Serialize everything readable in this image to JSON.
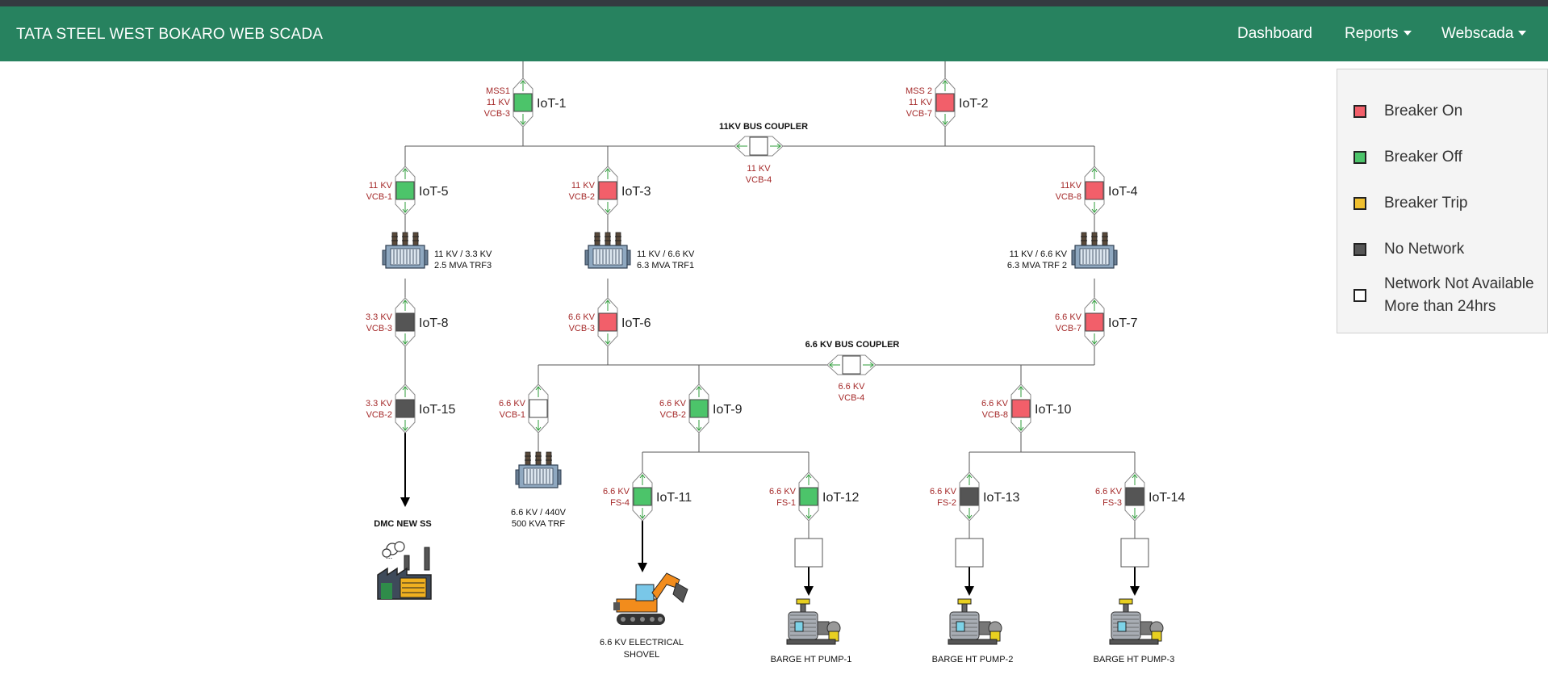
{
  "navbar": {
    "brand": "TATA STEEL WEST BOKARO WEB SCADA",
    "dashboard": "Dashboard",
    "reports": "Reports",
    "webscada": "Webscada"
  },
  "colors": {
    "navbar": "#27825f",
    "breaker_on": "#f25f6a",
    "breaker_off": "#4cc46a",
    "breaker_trip": "#f0c030",
    "no_network": "#555555",
    "na_24hrs": "#ffffff",
    "label_red": "#a52a2a",
    "arrow_green": "#2e9b3a"
  },
  "legend": [
    {
      "label": "Breaker On",
      "color": "#f25f6a"
    },
    {
      "label": "Breaker Off",
      "color": "#4cc46a"
    },
    {
      "label": "Breaker Trip",
      "color": "#f0c030"
    },
    {
      "label": "No Network",
      "color": "#555555"
    },
    {
      "label_line1": "Network Not Available",
      "label_line2": "More than 24hrs",
      "color": "#ffffff"
    }
  ],
  "breakers": [
    {
      "id": "IoT-1",
      "status": "off",
      "l1": "MSS1",
      "l2": "11 KV",
      "l3": "VCB-3"
    },
    {
      "id": "IoT-2",
      "status": "on",
      "l1": "MSS 2",
      "l2": "11 KV",
      "l3": "VCB-7"
    },
    {
      "id": "IoT-5",
      "status": "off",
      "l1": "11 KV",
      "l2": "VCB-1"
    },
    {
      "id": "IoT-3",
      "status": "on",
      "l1": "11 KV",
      "l2": "VCB-2"
    },
    {
      "id": "IoT-4",
      "status": "on",
      "l1": "11KV",
      "l2": "VCB-8"
    },
    {
      "id": "IoT-8",
      "status": "nonet",
      "l1": "3.3 KV",
      "l2": "VCB-3"
    },
    {
      "id": "IoT-6",
      "status": "on",
      "l1": "6.6 KV",
      "l2": "VCB-3"
    },
    {
      "id": "IoT-7",
      "status": "on",
      "l1": "6.6 KV",
      "l2": "VCB-7"
    },
    {
      "id": "IoT-15",
      "status": "nonet",
      "l1": "3.3 KV",
      "l2": "VCB-2"
    },
    {
      "id": "VCB1-66",
      "status": "na",
      "l1": "6.6 KV",
      "l2": "VCB-1"
    },
    {
      "id": "IoT-9",
      "status": "off",
      "l1": "6.6 KV",
      "l2": "VCB-2"
    },
    {
      "id": "IoT-10",
      "status": "on",
      "l1": "6.6 KV",
      "l2": "VCB-8"
    },
    {
      "id": "IoT-11",
      "status": "off",
      "l1": "6.6 KV",
      "l2": "FS-4"
    },
    {
      "id": "IoT-12",
      "status": "off",
      "l1": "6.6 KV",
      "l2": "FS-1"
    },
    {
      "id": "IoT-13",
      "status": "nonet",
      "l1": "6.6 KV",
      "l2": "FS-2"
    },
    {
      "id": "IoT-14",
      "status": "nonet",
      "l1": "6.6 KV",
      "l2": "FS-3"
    }
  ],
  "couplers": {
    "bus11": {
      "title": "11KV BUS COUPLER",
      "l1": "11 KV",
      "l2": "VCB-4",
      "status": "na"
    },
    "bus66": {
      "title": "6.6 KV BUS COUPLER",
      "l1": "6.6 KV",
      "l2": "VCB-4",
      "status": "na"
    }
  },
  "transformers": {
    "trf3": {
      "l1": "11 KV / 3.3 KV",
      "l2": "2.5 MVA TRF3"
    },
    "trf1": {
      "l1": "11 KV / 6.6 KV",
      "l2": "6.3 MVA TRF1"
    },
    "trf2": {
      "l1": "11 KV / 6.6 KV",
      "l2": "6.3 MVA TRF 2"
    },
    "trf440": {
      "l1": "6.6 KV / 440V",
      "l2": "500 KVA TRF"
    }
  },
  "loads": {
    "dmc": "DMC NEW SS",
    "shovel_l1": "6.6 KV ELECTRICAL",
    "shovel_l2": "SHOVEL",
    "pump1": "BARGE HT PUMP-1",
    "pump2": "BARGE HT PUMP-2",
    "pump3": "BARGE HT PUMP-3"
  }
}
